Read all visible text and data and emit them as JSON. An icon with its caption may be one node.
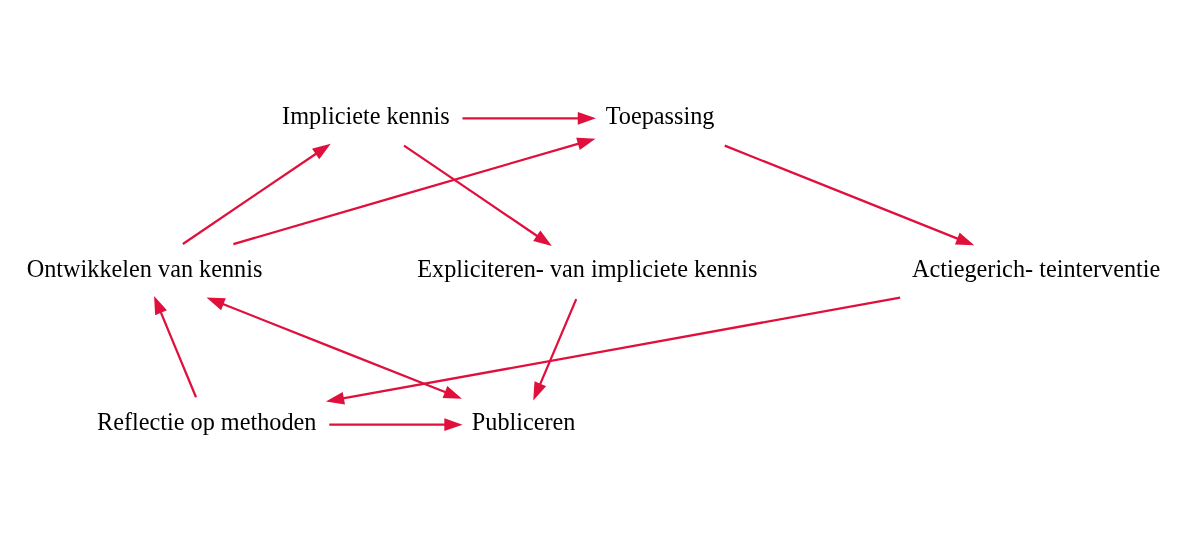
{
  "diagram": {
    "nodes": [
      {
        "text": [
          "Impliciete kennis"
        ]
      },
      {
        "text": [
          "Toepassing"
        ]
      },
      {
        "text": [
          "Expliciteren- van impliciete kennis"
        ]
      },
      {
        "text": [
          "Ontwikkelen van kennis"
        ]
      },
      {
        "text": [
          "Actiegerich- teinterventie"
        ]
      },
      {
        "text": [
          "Publiceren"
        ]
      },
      {
        "text": [
          "Reflectie op methoden"
        ]
      }
    ],
    "edges": [
      {
        "from": 0,
        "to": 1,
        "arrow": "to"
      },
      {
        "from": 0,
        "to": 2,
        "arrow": "to"
      },
      {
        "from": 2,
        "to": 5,
        "arrow": "to"
      },
      {
        "from": 3,
        "to": 0,
        "arrow": "to"
      },
      {
        "from": 3,
        "to": 1,
        "arrow": "to"
      },
      {
        "from": 1,
        "to": 4,
        "arrow": "to"
      },
      {
        "from": 4,
        "to": 6,
        "arrow": "to"
      },
      {
        "from": 6,
        "to": 5,
        "arrow": "to"
      },
      {
        "from": 6,
        "to": 3,
        "arrow": "to"
      },
      {
        "from": 3,
        "to": 5,
        "arrow": "both"
      }
    ]
  }
}
